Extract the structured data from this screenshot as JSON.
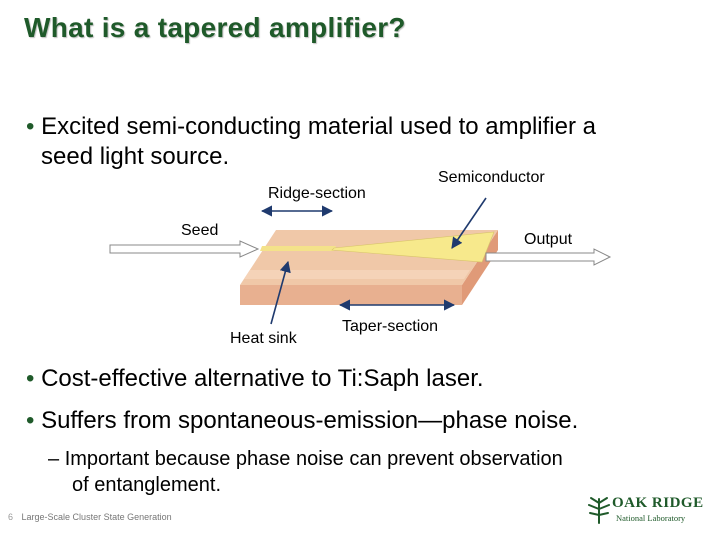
{
  "slide": {
    "title": "What is a tapered amplifier?",
    "bullet_symbol": "•",
    "dash_symbol": "–",
    "bullets": [
      {
        "line1": "Excited semi-conducting material used to amplifier a",
        "line2": "seed light source."
      },
      {
        "line1": "Cost-effective alternative to Ti:Saph laser."
      },
      {
        "line1": "Suffers from spontaneous-emission—phase noise."
      }
    ],
    "sub_bullet": {
      "line1": "Important because phase noise can prevent observation",
      "line2": "of entanglement."
    }
  },
  "diagram": {
    "labels": {
      "semiconductor": "Semiconductor",
      "ridge_section": "Ridge-section",
      "seed": "Seed",
      "output": "Output",
      "heat_sink": "Heat sink",
      "taper_section": "Taper-section"
    },
    "colors": {
      "chip_top": "#f0c8a8",
      "chip_side": "#e09a78",
      "chip_front": "#e8b090",
      "taper": "#f7e98c",
      "ridge": "#f4e28a",
      "arrow_line": "#1f3a6e",
      "beam_outline": "#888888"
    }
  },
  "footer": {
    "page_number": "6",
    "text": "Large-Scale Cluster State Generation"
  },
  "logo": {
    "line1": "OAK RIDGE",
    "line2": "National Laboratory",
    "color": "#1f5a2a"
  }
}
